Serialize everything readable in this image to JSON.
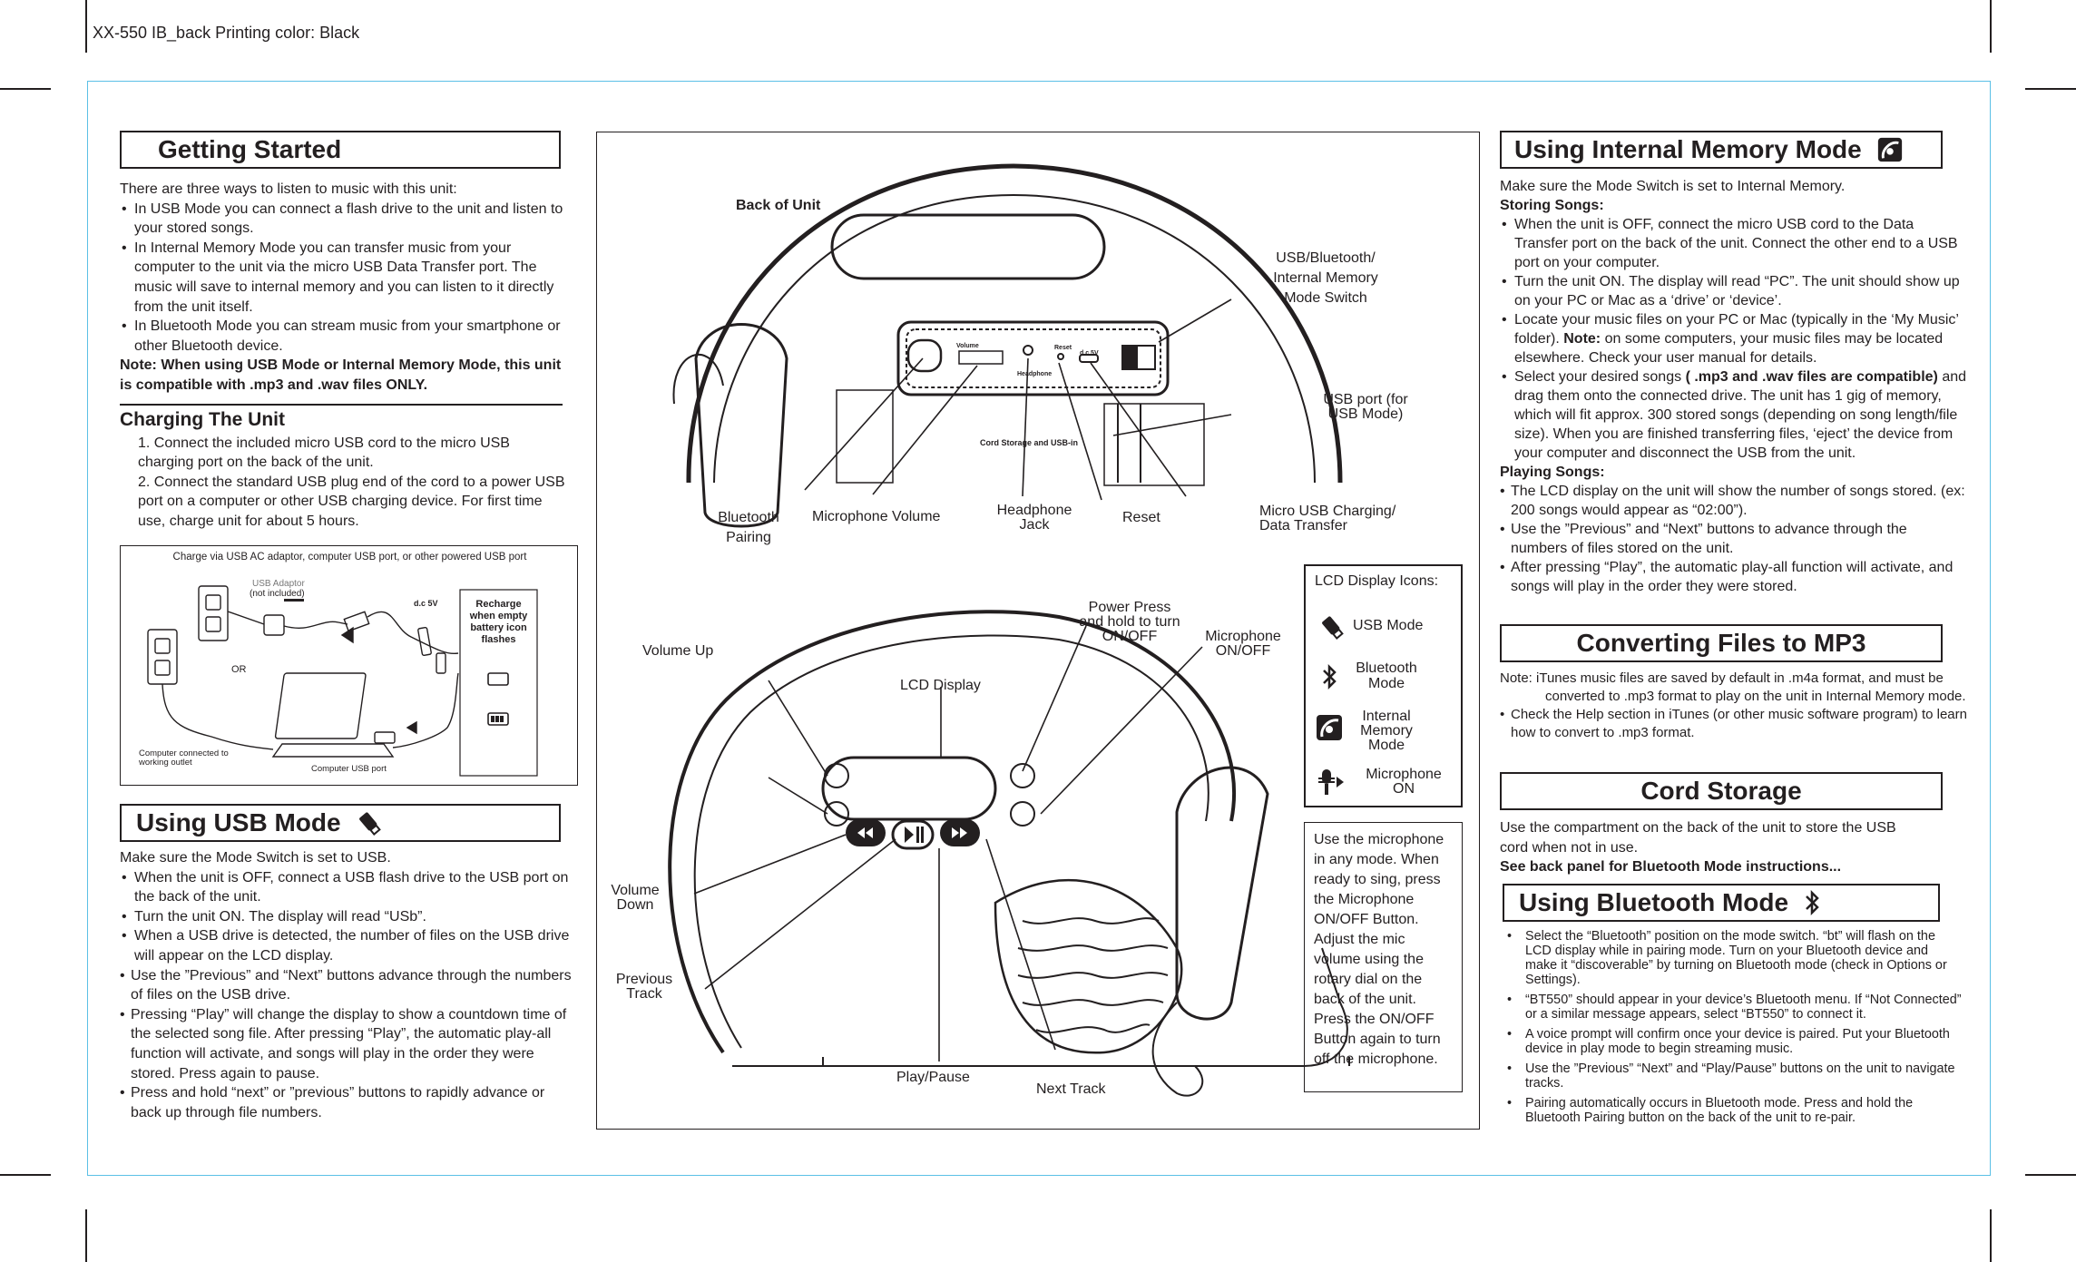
{
  "header": {
    "text": "XX-550 IB_back   Printing color: Black"
  },
  "left": {
    "getting_started": {
      "title": "Getting Started",
      "intro": "There are three ways to listen to music with this unit:",
      "bullets": [
        "In USB Mode you can connect a flash drive to the unit and listen to your stored songs.",
        "In Internal Memory Mode you can transfer music from your computer to the unit via the micro USB Data Transfer port. The music will save to internal memory and you can listen to it directly from the unit itself.",
        "In Bluetooth Mode you can stream music from your smartphone or other Bluetooth device."
      ],
      "note": "Note: When using USB Mode or Internal Memory Mode, this unit is compatible with .mp3 and .wav files ONLY."
    },
    "charging": {
      "title": "Charging The Unit",
      "steps": [
        "1. Connect the included micro USB cord to the micro USB charging port on the back of the unit.",
        "2. Connect the standard USB plug end of the cord to a power USB port on a computer or other USB charging device. For first time use, charge unit for about 5 hours."
      ],
      "diagram": {
        "caption": "Charge via USB AC adaptor, computer USB port,  or other powered USB port",
        "adaptor": "USB Adaptor",
        "adaptor_note": "(not included)",
        "dc": "d.c 5V",
        "or": "OR",
        "computer_outlet": "Computer connected to working outlet",
        "computer_port": "Computer USB port",
        "recharge": "Recharge when empty battery icon flashes"
      }
    },
    "usb_mode": {
      "title": "Using USB Mode",
      "intro": "Make sure the Mode Switch is set to USB.",
      "bullets": [
        "When the unit is OFF, connect a USB flash drive to the USB port on the back of the unit.",
        "Turn the unit ON. The display will read “USb”.",
        "When a USB drive is detected, the number of files on the USB drive will appear on the LCD display."
      ],
      "items": [
        "Use the ”Previous” and “Next” buttons advance through the numbers of files on the USB drive.",
        "Pressing “Play” will change the display to show a countdown time of the selected song file. After pressing “Play”, the automatic play-all function will activate, and songs will play in the order they were stored. Press again to pause.",
        "Press and hold “next” or ”previous” buttons to rapidly advance or back up through file numbers."
      ]
    }
  },
  "middle": {
    "back_title": "Back of Unit",
    "mode_switch": "USB/Bluetooth/ Internal Memory Mode Switch",
    "usb_port": "USB port (for USB Mode)",
    "bt_pairing": "Bluetooth Pairing",
    "mic_volume": "Microphone Volume",
    "headphone": "Headphone Jack",
    "reset": "Reset",
    "micro_usb": "Micro USB Charging/ Data Transfer",
    "panel_volume": "Volume",
    "panel_headphone": "Headphone",
    "panel_reset": "Reset",
    "panel_dc": "d.c 5V",
    "cord_storage": "Cord Storage and USB-in",
    "volume_up": "Volume Up",
    "lcd_display": "LCD Display",
    "power": "Power Press and hold to turn ON/OFF",
    "mic_onoff": "Microphone ON/OFF",
    "volume_down": "Volume Down",
    "prev_track": "Previous Track",
    "play_pause": "Play/Pause",
    "next_track": "Next Track",
    "lcd_icons": {
      "title": "LCD Display Icons:",
      "items": [
        {
          "icon": "usb-stick-icon",
          "label": "USB Mode"
        },
        {
          "icon": "bluetooth-icon",
          "label": "Bluetooth Mode"
        },
        {
          "icon": "internal-memory-icon",
          "label": "Internal Memory Mode"
        },
        {
          "icon": "microphone-icon",
          "label": "Microphone ON"
        }
      ]
    },
    "mic_note": "Use the microphone in any mode. When ready to sing, press the Microphone ON/OFF Button. Adjust the mic volume using the rotary dial on the back of the unit. Press the ON/OFF Button again to turn off the microphone."
  },
  "right": {
    "internal": {
      "title": "Using Internal Memory Mode",
      "intro": "Make sure the Mode Switch is set to Internal Memory.",
      "storing": "Storing Songs:",
      "b1": "When the unit is OFF, connect the micro USB cord to the Data Transfer port on the back of the unit. Connect the other end to a USB port on your computer.",
      "b2": "Turn the unit ON. The display will read “PC”. The unit should show up on your PC or Mac as a ‘drive’ or ‘device’.",
      "b3a": "Locate your music files on your PC or Mac (typically in the ‘My Music’ folder).",
      "b3b": "Note:",
      "b3c": "on some computers, your music files may be located elsewhere. Check your user manual for details.",
      "b4a": "Select your desired songs",
      "b4b": "( .mp3 and .wav files are compatible)",
      "b4c": "and drag them onto the connected drive. The unit has 1 gig of memory, which will fit approx. 300 stored songs (depending on song length/file size). When you are finished transferring files, ‘eject’ the device from your computer and disconnect the USB from the unit.",
      "playing": "Playing Songs:",
      "p": [
        "The LCD display on the unit will show the number of songs stored. (ex: 200 songs would appear as “02:00”).",
        "Use the ”Previous” and “Next” buttons to advance through the numbers of files stored on the unit.",
        "After pressing “Play”, the automatic play-all function will activate, and songs will play in the order they were stored."
      ]
    },
    "mp3": {
      "title": "Converting Files to MP3",
      "note": "Note: iTunes music files are saved by default in .m4a format, and must be converted to .mp3 format to play on the unit in Internal Memory mode.",
      "help": "Check the Help section in iTunes (or other music software program) to learn how to convert to .mp3 format."
    },
    "cord": {
      "title": "Cord Storage",
      "text": "Use the compartment on the back of the unit to store the USB cord when not in use.",
      "bold": "See back panel for Bluetooth Mode instructions..."
    },
    "bluetooth": {
      "title": "Using Bluetooth Mode",
      "bullets": [
        "Select the “Bluetooth” position on the mode switch. “bt” will flash on the LCD display while in pairing mode. Turn on your Bluetooth device and make it “discoverable” by turning on Bluetooth mode (check in Options or Settings).",
        "“BT550” should appear in your device’s Bluetooth menu. If “Not Connected” or a similar message appears, select “BT550” to connect it.",
        "A voice prompt will confirm once your device is paired. Put your Bluetooth device in play mode to begin streaming music.",
        "Use the ”Previous” “Next” and “Play/Pause” buttons on the unit to navigate tracks.",
        "Pairing automatically occurs in Bluetooth mode. Press and hold the Bluetooth Pairing button on the back of the unit to re-pair."
      ]
    }
  }
}
